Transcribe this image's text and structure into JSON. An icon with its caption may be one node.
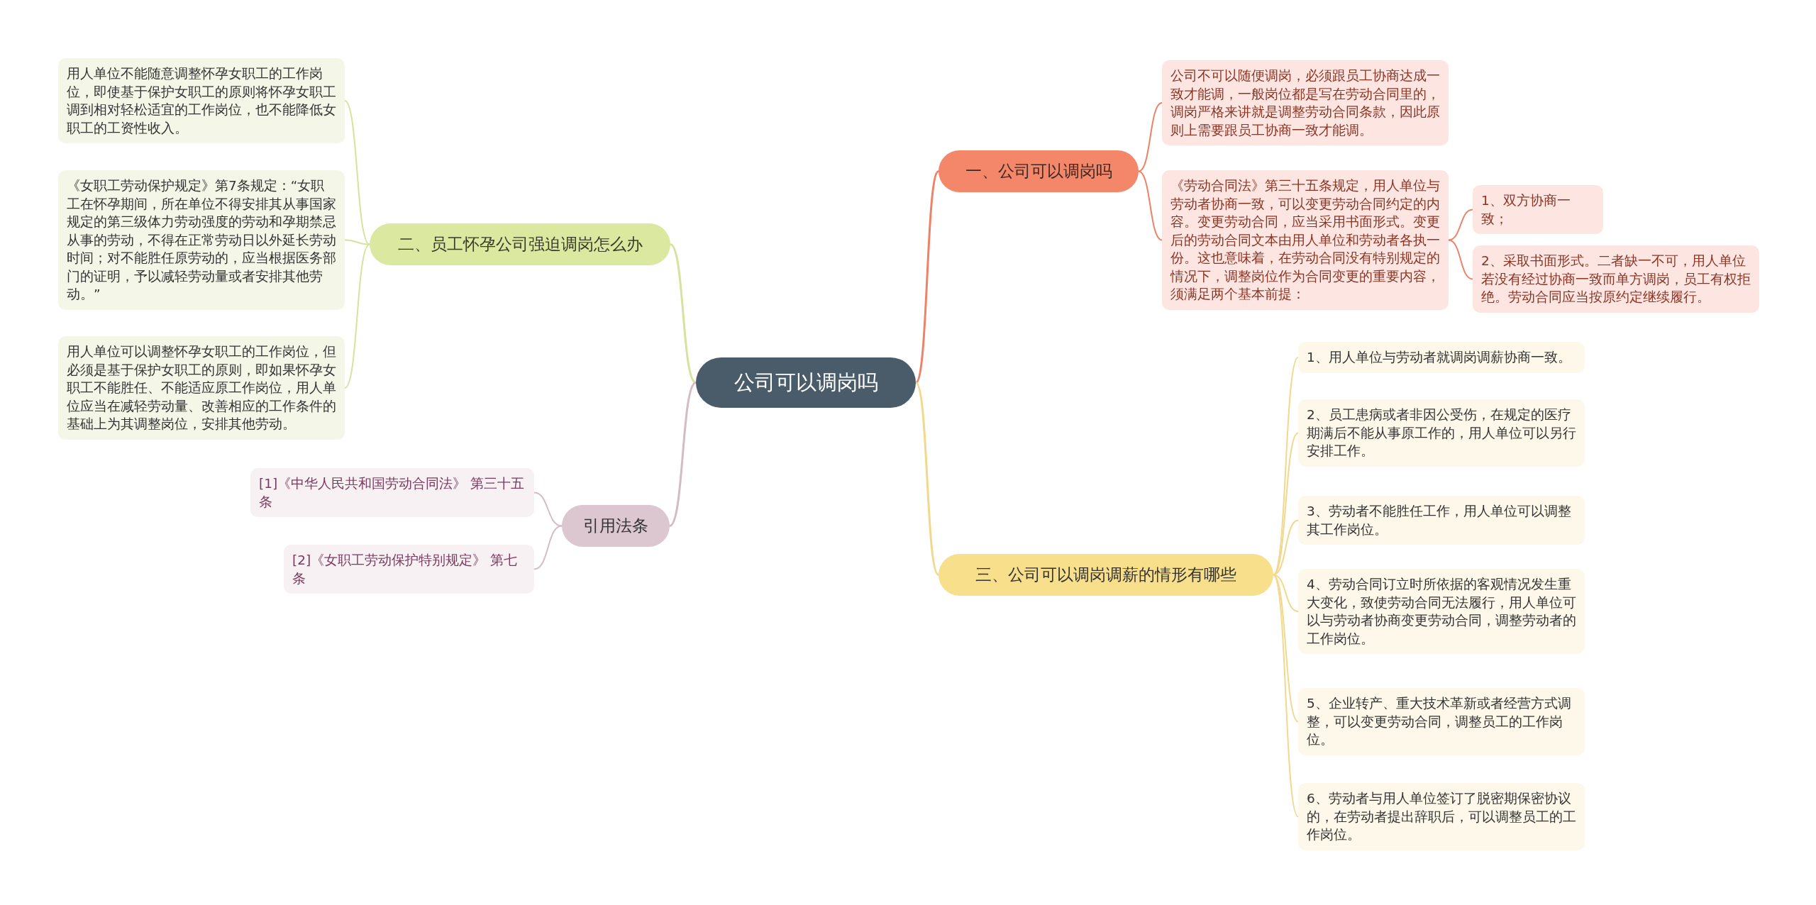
{
  "diagram": {
    "nodes": [
      {
        "text": [
          "公司可以调岗吗"
        ]
      },
      {
        "text": [
          "一、公司可以调岗吗"
        ]
      },
      {
        "text": [
          "公司不可以随便调岗，必须跟员工协商达成一致才能调，一般岗位都是写在劳动合同里的，调岗严格来讲就是调整劳动合同条款，因此原则上需要跟员工协商一致才能调。"
        ]
      },
      {
        "text": [
          "《劳动合同法》第三十五条规定，用人单位与劳动者协商一致，可以变更劳动合同约定的内容。变更劳动合同，应当采用书面形式。变更后的劳动合同文本由用人单位和劳动者各执一份。这也意味着，在劳动合同没有特别规定的情况下，调整岗位作为合同变更的重要内容，须满足两个基本前提："
        ]
      },
      {
        "text": [
          "1、双方协商一致；"
        ]
      },
      {
        "text": [
          "2、采取书面形式。二者缺一不可，用人单位若没有经过协商一致而单方调岗，员工有权拒绝。劳动合同应当按原约定继续履行。"
        ]
      },
      {
        "text": [
          "二、员工怀孕公司强迫调岗怎么办"
        ]
      },
      {
        "text": [
          "用人单位不能随意调整怀孕女职工的工作岗位，即使基于保护女职工的原则将怀孕女职工调到相对轻松适宜的工作岗位，也不能降低女职工的工资性收入。"
        ]
      },
      {
        "text": [
          "《女职工劳动保护规定》第7条规定：“女职工在怀孕期间，所在单位不得安排其从事国家规定的第三级体力劳动强度的劳动和孕期禁忌从事的劳动，不得在正常劳动日以外延长劳动时间；对不能胜任原劳动的，应当根据医务部门的证明，予以减轻劳动量或者安排其他劳动。”"
        ]
      },
      {
        "text": [
          "用人单位可以调整怀孕女职工的工作岗位，但必须是基于保护女职工的原则，即如果怀孕女职工不能胜任、不能适应原工作岗位，用人单位应当在减轻劳动量、改善相应的工作条件的基础上为其调整岗位，安排其他劳动。"
        ]
      },
      {
        "text": [
          "引用法条"
        ]
      },
      {
        "text": [
          "[1]《中华人民共和国劳动合同法》 第三十五条"
        ]
      },
      {
        "text": [
          "[2]《女职工劳动保护特别规定》 第七条"
        ]
      },
      {
        "text": [
          "三、公司可以调岗调薪的情形有哪些"
        ]
      },
      {
        "text": [
          "1、用人单位与劳动者就调岗调薪协商一致。"
        ]
      },
      {
        "text": [
          "2、员工患病或者非因公受伤，在规定的医疗期满后不能从事原工作的，用人单位可以另行安排工作。"
        ]
      },
      {
        "text": [
          "3、劳动者不能胜任工作，用人单位可以调整其工作岗位。"
        ]
      },
      {
        "text": [
          "4、劳动合同订立时所依据的客观情况发生重大变化，致使劳动合同无法履行，用人单位可以与劳动者协商变更劳动合同，调整劳动者的工作岗位。"
        ]
      },
      {
        "text": [
          "5、企业转产、重大技术革新或者经营方式调整，可以变更劳动合同，调整员工的工作岗位。"
        ]
      },
      {
        "text": [
          "6、劳动者与用人单位签订了脱密期保密协议的，在劳动者提出辞职后，可以调整员工的工作岗位。"
        ]
      }
    ],
    "edges": [
      {
        "from": 0,
        "to": 1,
        "arrow": "none",
        "color": "#ec8367"
      },
      {
        "from": 1,
        "to": 2,
        "arrow": "none",
        "color": "#ec8367"
      },
      {
        "from": 1,
        "to": 3,
        "arrow": "none",
        "color": "#ec8367"
      },
      {
        "from": 3,
        "to": 4,
        "arrow": "none",
        "color": "#ec8367"
      },
      {
        "from": 3,
        "to": 5,
        "arrow": "none",
        "color": "#ec8367"
      },
      {
        "from": 0,
        "to": 6,
        "arrow": "none",
        "color": "#d5e39c"
      },
      {
        "from": 6,
        "to": 7,
        "arrow": "none",
        "color": "#d5e39c"
      },
      {
        "from": 6,
        "to": 8,
        "arrow": "none",
        "color": "#d5e39c"
      },
      {
        "from": 6,
        "to": 9,
        "arrow": "none",
        "color": "#d5e39c"
      },
      {
        "from": 0,
        "to": 10,
        "arrow": "none",
        "color": "#d2bcc6"
      },
      {
        "from": 10,
        "to": 11,
        "arrow": "none",
        "color": "#d2bcc6"
      },
      {
        "from": 10,
        "to": 12,
        "arrow": "none",
        "color": "#d2bcc6"
      },
      {
        "from": 0,
        "to": 13,
        "arrow": "none"
      },
      {
        "from": 13,
        "to": 14,
        "arrow": "none"
      },
      {
        "from": 13,
        "to": 15,
        "arrow": "none"
      },
      {
        "from": 13,
        "to": 16,
        "arrow": "none"
      },
      {
        "from": 13,
        "to": 17,
        "arrow": "none"
      },
      {
        "from": 13,
        "to": 18,
        "arrow": "none"
      },
      {
        "from": 13,
        "to": 19,
        "arrow": "none"
      }
    ]
  }
}
